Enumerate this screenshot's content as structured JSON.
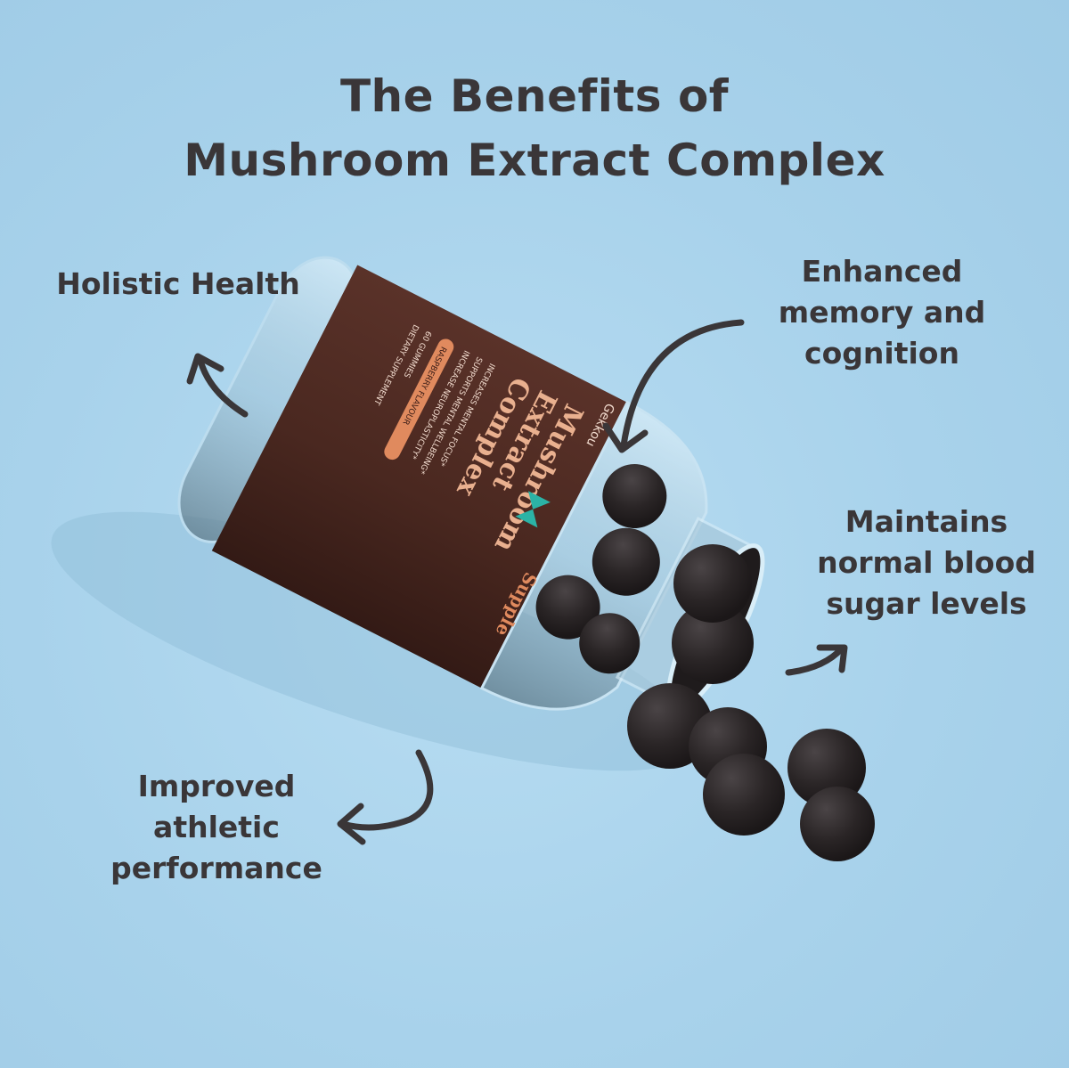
{
  "title": {
    "line1": "The Benefits of",
    "line2": "Mushroom Extract Complex"
  },
  "benefits": [
    {
      "lines": [
        "Holistic Health"
      ]
    },
    {
      "lines": [
        "Enhanced",
        "memory and",
        "cognition"
      ]
    },
    {
      "lines": [
        "Maintains",
        "normal blood",
        "sugar levels"
      ]
    },
    {
      "lines": [
        "Improved",
        "athletic",
        "performance"
      ]
    }
  ],
  "product": {
    "brand": "Gekkou",
    "name_lines": [
      "Mushroom",
      "Extract",
      "Complex"
    ],
    "claims": [
      "INCREASES MENTAL FOCUS*",
      "SUPPORTS MENTAL WELLBEING*",
      "INCREASE NEUROPLASTICITY*"
    ],
    "flavour": "RASPBERRY FLAVOUR",
    "count": "60 GUMMIES",
    "type": "DIETARY SUPPLEMENT",
    "facts_heading": "Supple"
  },
  "colors": {
    "background": "#a9d3ec",
    "text": "#3a3638",
    "label": "#4a2a25",
    "accent": "#e08a5e",
    "logo": "#2bb3a6",
    "gummy": "#2a2526"
  },
  "icons": [
    "curved-arrow-icon",
    "butterfly-logo-icon"
  ]
}
